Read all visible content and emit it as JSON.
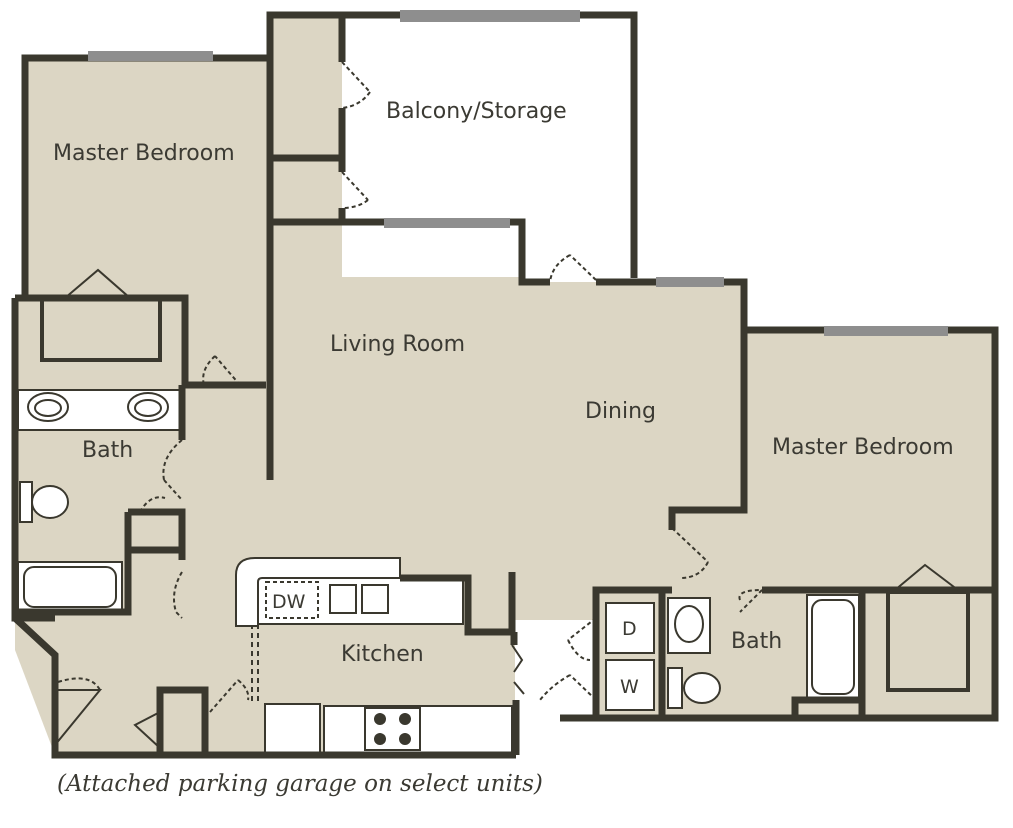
{
  "colors": {
    "floor": "#dcd6c4",
    "wall": "#3a382e",
    "window": "#8e8e8e",
    "fixture": "#ffffff",
    "background": "#ffffff"
  },
  "rooms": {
    "master_bedroom_left": "Master Bedroom",
    "balcony_storage": "Balcony/Storage",
    "living_room": "Living Room",
    "dining": "Dining",
    "master_bedroom_right": "Master Bedroom",
    "bath_left": "Bath",
    "bath_right": "Bath",
    "kitchen": "Kitchen"
  },
  "appliances": {
    "dishwasher": "DW",
    "dryer": "D",
    "washer": "W"
  },
  "caption": "(Attached parking garage on select units)"
}
